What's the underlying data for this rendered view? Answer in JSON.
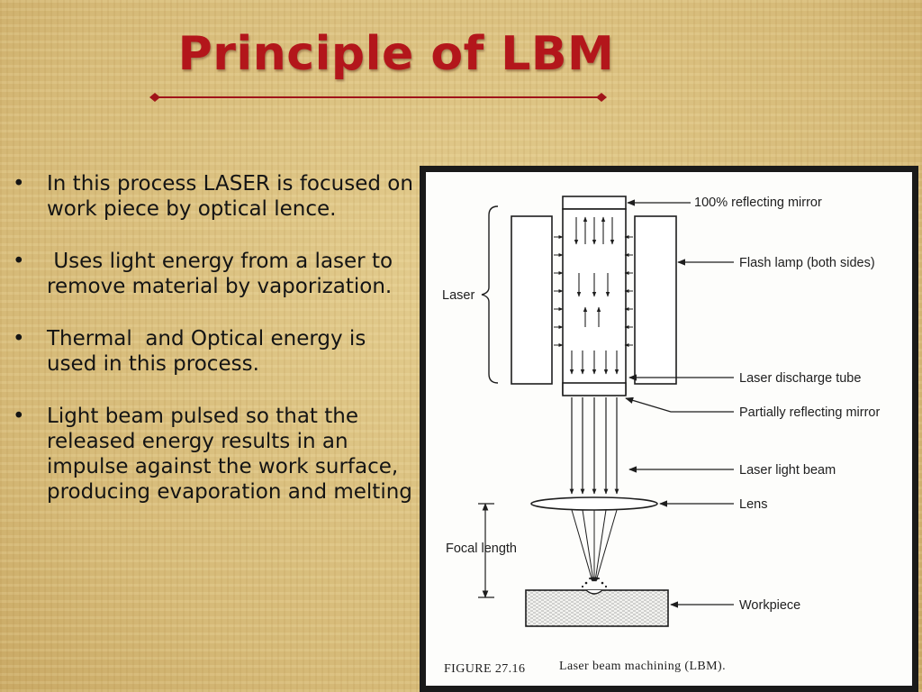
{
  "slide": {
    "title": "Principle of LBM",
    "bullet_char": "•",
    "bullets": [
      "In this process LASER is focused on work piece by optical lence.",
      " Uses light energy from a laser to remove material by vaporization.",
      "Thermal  and Optical energy is used in this process.",
      "Light beam pulsed so that the released energy results in an impulse against the work surface, producing evaporation and melting"
    ]
  },
  "figure": {
    "labels": {
      "mirror": "100% reflecting mirror",
      "flash_lamp": "Flash lamp (both sides)",
      "laser": "Laser",
      "discharge_tube": "Laser discharge tube",
      "partial_mirror": "Partially reflecting mirror",
      "beam": "Laser light beam",
      "lens": "Lens",
      "focal_length": "Focal length",
      "workpiece": "Workpiece"
    },
    "caption_number": "FIGURE 27.16",
    "caption_text": "Laser beam machining (LBM)."
  },
  "colors": {
    "title": "#b3161b",
    "rule": "#a0141a",
    "background": "#d9bf7e"
  }
}
